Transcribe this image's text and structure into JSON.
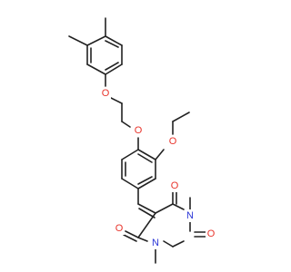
{
  "molecule": {
    "atoms": [
      {
        "key": "O_ether1",
        "label": "O",
        "color": "#e8342b"
      },
      {
        "key": "O_ether2",
        "label": "O",
        "color": "#e8342b"
      },
      {
        "key": "O_ethoxy",
        "label": "O",
        "color": "#e8342b"
      },
      {
        "key": "O_carbonyl_top",
        "label": "O",
        "color": "#e8342b"
      },
      {
        "key": "N_top",
        "label": "N",
        "color": "#2a35d6"
      },
      {
        "key": "O_carbonyl_mid",
        "label": "O",
        "color": "#e8342b"
      },
      {
        "key": "N_bottom",
        "label": "N",
        "color": "#2a35d6"
      },
      {
        "key": "O_carbonyl_left",
        "label": "O",
        "color": "#e8342b"
      }
    ],
    "bond_color": "#222222"
  }
}
